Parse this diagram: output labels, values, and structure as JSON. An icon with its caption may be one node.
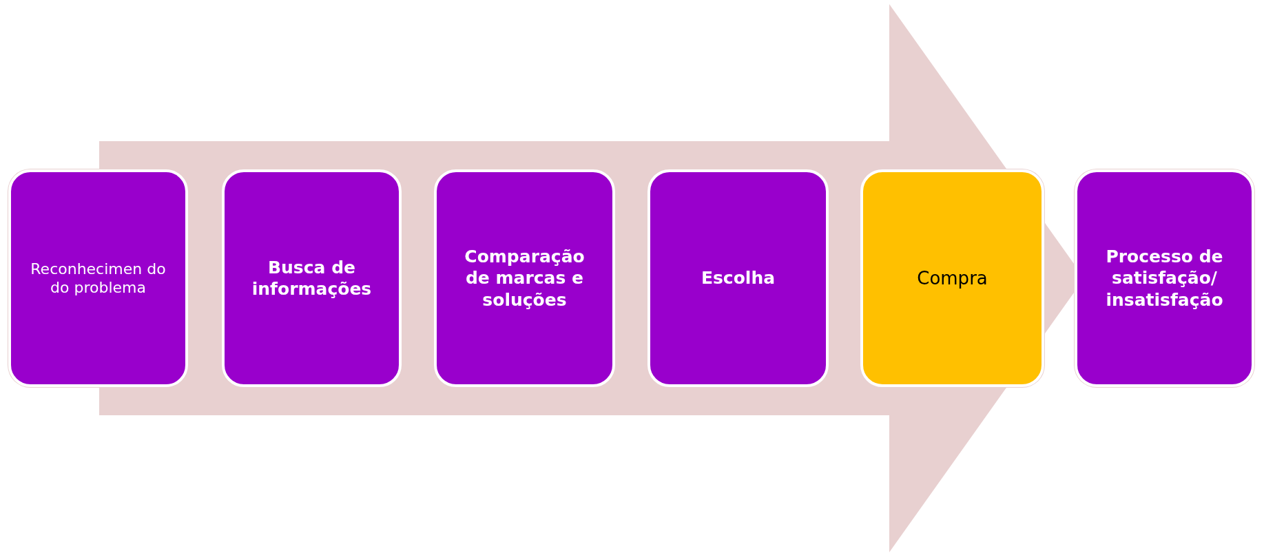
{
  "diagram": {
    "nodes": [
      {
        "text": [
          "Reconhecimen do do problema"
        ]
      },
      {
        "text": [
          "Busca de informações"
        ]
      },
      {
        "text": [
          "Comparação de marcas e soluções"
        ]
      },
      {
        "text": [
          "Escolha"
        ]
      },
      {
        "text": [
          "Compra"
        ]
      },
      {
        "text": [
          "Processo de satisfação/ insatisfação"
        ]
      }
    ],
    "edges": [
      {
        "from": 0,
        "to": 5,
        "arrow": "to",
        "style": "thick"
      }
    ]
  }
}
